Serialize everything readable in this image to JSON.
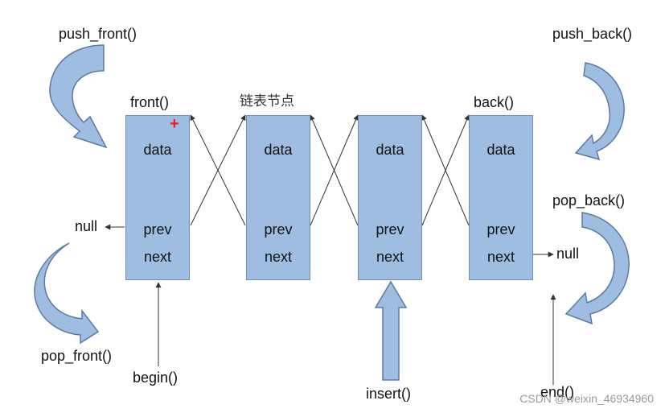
{
  "labels": {
    "push_front": "push_front()",
    "push_back": "push_back()",
    "pop_front": "pop_front()",
    "pop_back": "pop_back()",
    "front": "front()",
    "back": "back()",
    "node_caption": "链表节点",
    "null_left": "null",
    "null_right": "null",
    "begin": "begin()",
    "insert": "insert()",
    "end": "end()"
  },
  "nodes": [
    {
      "data": "data",
      "prev": "prev",
      "next": "next"
    },
    {
      "data": "data",
      "prev": "prev",
      "next": "next"
    },
    {
      "data": "data",
      "prev": "prev",
      "next": "next"
    },
    {
      "data": "data",
      "prev": "prev",
      "next": "next"
    }
  ],
  "cursor_mark": "+",
  "watermark": "CSDN @weixin_46934960",
  "colors": {
    "node_fill": "#9fbde1",
    "node_border": "#6f8fb8",
    "arrow_fill": "#9fbde1",
    "arrow_stroke": "#5a7aa6",
    "line": "#333333",
    "cursor": "#ee1c1c"
  }
}
